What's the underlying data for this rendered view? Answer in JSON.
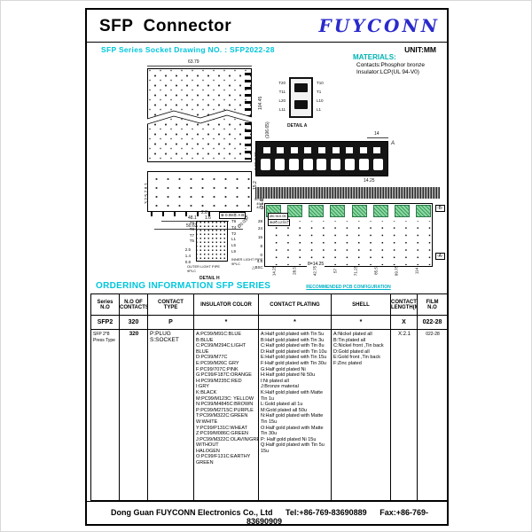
{
  "header": {
    "title": "SFP  Connector",
    "brand": "FUYCONN",
    "drawing_no": "SFP Series Socket Drawing NO. : SFP2022-28",
    "unit": "UNIT:MM"
  },
  "materials": {
    "heading": "MATERIALS:",
    "lines": "Contacts:Phosphor bronze\nInsulator:LCP(UL 94-V0)"
  },
  "colors": {
    "accent_cyan": "#00c6dc",
    "teal": "#00b2b2",
    "brand_blue": "#2a2acc",
    "pad_green": "#8cdaa2"
  },
  "drawings": {
    "top_view": {
      "width_dim": "63.79",
      "height_dim": "104.45",
      "height_dim_ref": "(106.65)"
    },
    "side_view": {
      "left_dims": "3.2  5.7  8.1",
      "bottom_dim_1": "48.1",
      "bottom_dim_2": "50.63",
      "bottom_dim_3": "8",
      "bottom_dim_4": "10.5",
      "right_dim_1": "15.2",
      "right_dim_2": "(25.65)"
    },
    "detail_h": {
      "dim_1": "2.8",
      "dim_2": "1.6",
      "dia": "Ø0.05",
      "gdt": "⊕ 0.08Ⓜ A B",
      "labels_left": "T9\nT8\nT7\nT5",
      "dims_left": "2.5\n1.4\n0.8",
      "labels_right": "T6\nT4\nT2\nL1\nL5\nL9",
      "note_inner": "INNER LIGHT PIPE\n9PLC",
      "note_outer": "OUTER LIGHT PIPE\n9PLC",
      "caption": "DETAIL H"
    },
    "detail_a": {
      "labels_left": "T20\nT11\nL20\nL11",
      "labels_right": "T10\nT1\nL10\nL1",
      "caption": "DETAIL A"
    },
    "front_view": {
      "dim_top": "14",
      "dim_bottom": "14.25",
      "callout": "A",
      "left_dims": "8.95  8.95"
    },
    "pcb": {
      "corner_dims": "50.63\n49.6\n42.1",
      "hole_note": "Ø0.9±0.05",
      "gdt": "⊕Ø0.12ⓂC",
      "row_scale": [
        "28",
        "24",
        "16",
        "8",
        "0",
        "4.5"
      ],
      "bsc_note": "△BSC",
      "pitch_note": "8=14.25",
      "bottom_dims": [
        "14.25",
        "28.5",
        "42.75",
        "57",
        "71.25",
        "85.5",
        "99.75",
        "114"
      ],
      "datum_a": "-A-",
      "datum_b": "-B-",
      "note": "RECOMMENDED PCB CONFIGURATION"
    }
  },
  "ordering": {
    "heading": "ORDERING INFORMATION SFP SERIES"
  },
  "table": {
    "headers": [
      "Series\nN.O",
      "N.O OF\nCONTACTS",
      "CONTACT\nTYPE",
      "INSULATOR COLOR",
      "CONTACT PLATING",
      "SHELL",
      "CONTACT\nLENGTH(MM)",
      "FILM\nN.O"
    ],
    "rows": {
      "code": {
        "series": "SFP2",
        "contacts": "320",
        "type": "P",
        "insulator": "*",
        "plating": "*",
        "shell": "*",
        "length": "X",
        "film": "022-28"
      },
      "detail": {
        "series": "SFP 2*8\nPress Type",
        "contacts": "320",
        "type": "P:PLUG\nS:SOCKET",
        "insulator": "A:PC99/M91C:BLUE\nB:BLUE\nC:PC99/M294C:LIGHT BLUE\nD:PC99/M77C E:PC99/M26C GRY\nF:PC99/707C:PINK\nG:PC99/F187C:ORANGE\nH:PC99/M235C:RED\nI:GRY\nK:BLACK\nM:PC99/M123C: YELLOW\nN:PC99/M4845C:BROWN\nP:PC99/M2715C:PURPLE\nT:PC99/M322C:GREEN\nW:WHITE\nY:PC99/P131C:WHEAT\nZ:PC99/M086C:GREEN\nJ:PC99/M322C:OLAVIN/GREEN WITHOUT\nHALOGEN\nO:PC99/F131C:EARTHY\nGREEN",
        "plating": "A:Half gold plated with Tin 5u\nB:Half gold plated with Tin 3u\nC:Half gold plated with Tin 8u\nD:Half gold plated with Tin 10u\nE:Half gold plated with Tin 15u\nF:Half gold plated with Tin 30u\nG:Half gold plated Ni\nH:Half gold plated Ni 50u\nI:Ni plated all\nJ:Bronze material\nK:Half gold plated with Matte Tin 1u\nL:Gold plated all 1u\nM:Gold plated all 50u\nN:Half gold plated with Matte Tin 15u\nO:Half gold plated with Matte Tin 30u\nP: Half gold plated Ni 15u\nQ:Half gold plated with Tin 5u 15u",
        "shell": "A:Nickel plated all\nB:Tin plated all\nC:Nickel front ,Tin back\nD:Gold plated all\nE:Gold front ,Tin back\nF:Zinc plated",
        "length": "X:2.1",
        "film": "022-28"
      }
    }
  },
  "footer": {
    "company": "Dong Guan FUYCONN Electronics  Co., Ltd",
    "tel": "Tel:+86-769-83690889",
    "fax": "Fax:+86-769-83690909"
  }
}
